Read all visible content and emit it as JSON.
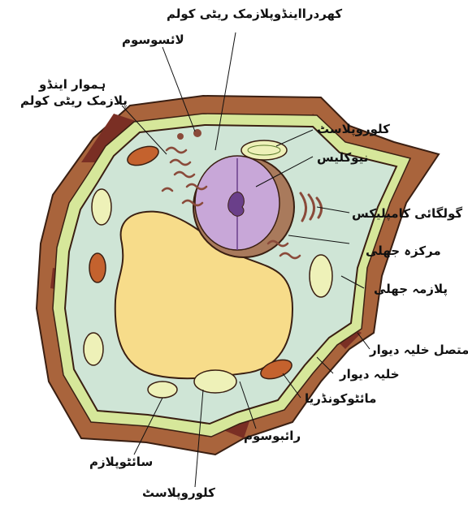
{
  "labels": {
    "rough_er": "کھردرااینڈوپلازمک ریٹی کولم",
    "lysosome": "لائسوسوم",
    "smooth_er_line1": "ہموار اینڈو",
    "smooth_er_line2": "پلازمک ریٹی کولم",
    "chloroplast_top": "کلوروپلاسٹ",
    "nucleolus": "نیوکلیس",
    "golgi": "گولگائی کامپلیکس",
    "nuclear_membrane": "مرکزہ جھلی",
    "plasma_membrane": "پلازمہ جھلی",
    "middle_lamella": "متصل خلیہ دیوار",
    "cell_wall": "خلیہ دیوار",
    "mitochondria": "مائٹوکونڈریا",
    "ribosome": "رائبوسوم",
    "cytoplasm": "سائٹوپلازم",
    "chloroplast_bottom": "کلوروپلاسٹ"
  },
  "colors": {
    "cell_wall": "#a9643c",
    "wall_dark": "#7a2f24",
    "plasma_band": "#d6e79a",
    "cytoplasm": "#cfe5d6",
    "vacuole": "#f7dc8a",
    "nucleus": "#a97a5c",
    "nucleolus_area": "#c8a7d8",
    "nucleolus_core": "#6a3f8a",
    "organelle": "#8a4a3a",
    "chloroplast": "#eef1b8"
  }
}
